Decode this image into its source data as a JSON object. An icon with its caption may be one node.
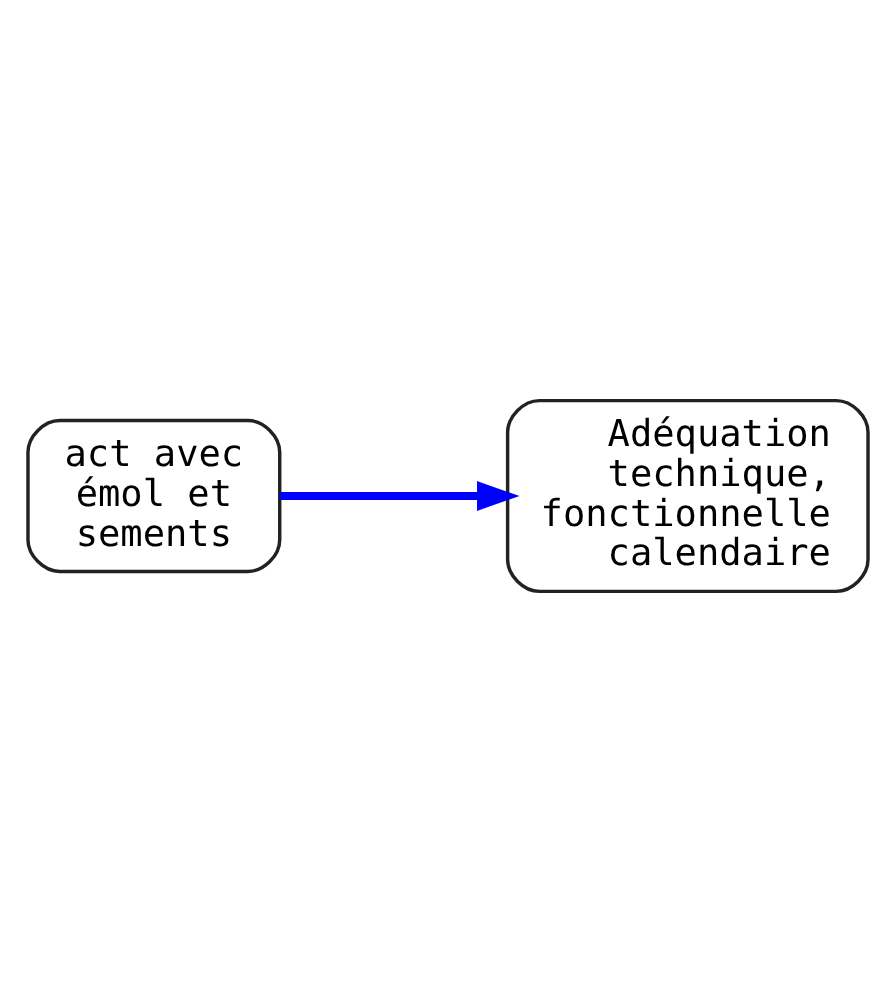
{
  "diagram": {
    "nodes": [
      {
        "text": [
          "act avec émol et sements"
        ]
      },
      {
        "text": [
          "Adéquation technique, fonctionnelle calendaire"
        ]
      }
    ],
    "edges": [
      {
        "from": 0,
        "to": 1,
        "arrow": "to",
        "color": "#0000ff"
      }
    ]
  }
}
